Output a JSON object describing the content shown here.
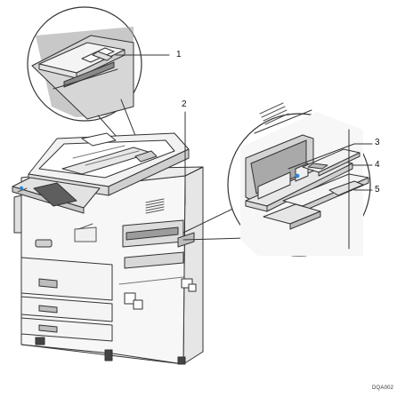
{
  "callouts": [
    {
      "label": "1"
    },
    {
      "label": "2"
    },
    {
      "label": "3"
    },
    {
      "label": "4"
    },
    {
      "label": "5"
    }
  ],
  "figure_code": "DQA002",
  "colors": {
    "outline": "#333333",
    "panel_fill": "#f2f2f2",
    "body_fill": "#f7f7f7",
    "shadow": "#bdbdbd",
    "dark": "#6d6d6d",
    "tray_fill": "#d9d9d9",
    "accent": "#2e87d4"
  }
}
